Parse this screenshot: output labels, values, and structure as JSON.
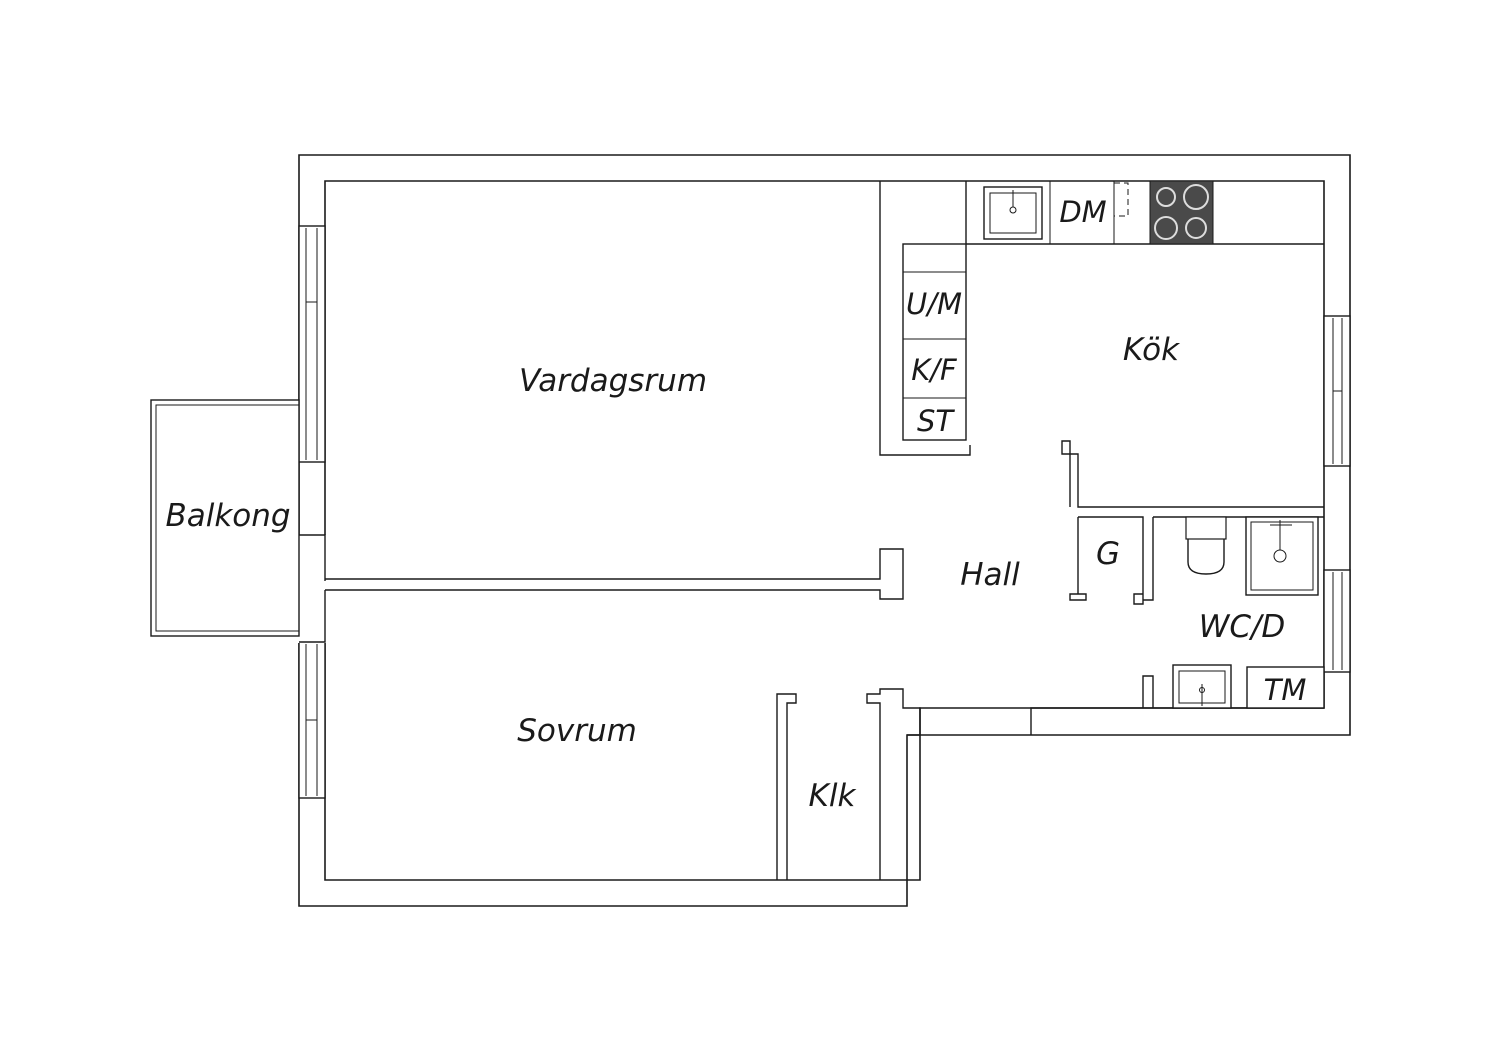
{
  "rooms": {
    "vardagsrum": "Vardagsrum",
    "kok": "Kök",
    "balkong": "Balkong",
    "hall": "Hall",
    "sovrum": "Sovrum",
    "klk": "Klk",
    "wc_d": "WC/D",
    "g": "G"
  },
  "fixtures": {
    "dm": "DM",
    "um": "U/M",
    "kf": "K/F",
    "st": "ST",
    "tm": "TM"
  },
  "colors": {
    "line": "#1a1a1a",
    "stove": "#4a4a4a",
    "background": "#ffffff"
  }
}
